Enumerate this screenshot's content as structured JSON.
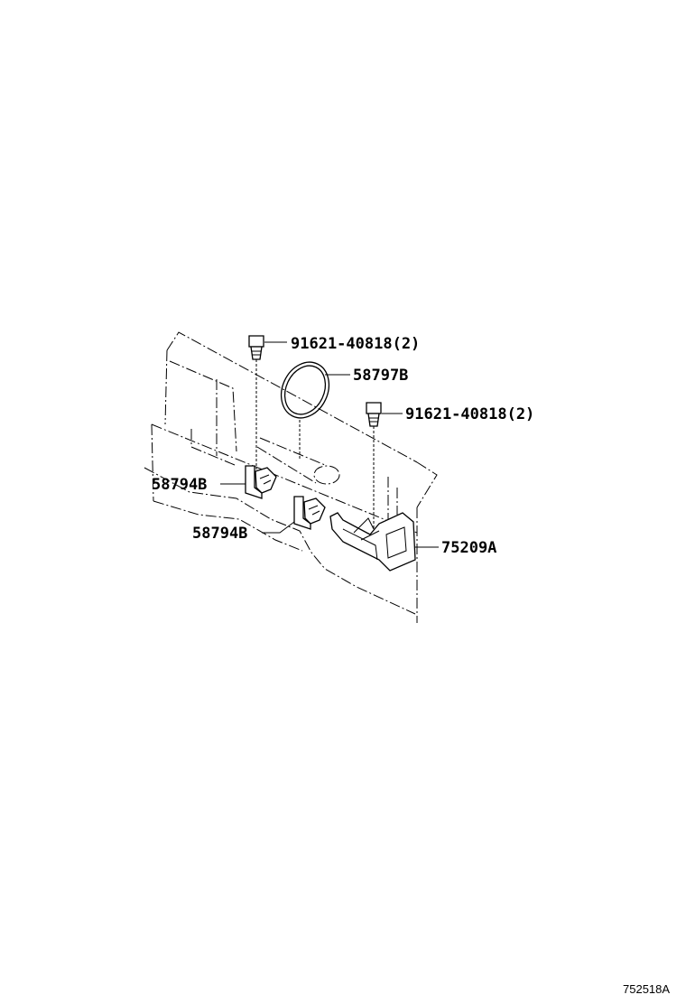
{
  "callouts": {
    "bolt_upper": "91621-40818(2)",
    "clamp_ring": "58797B",
    "bolt_right": "91621-40818(2)",
    "clip_upper": "58794B",
    "clip_lower": "58794B",
    "bracket": "75209A"
  },
  "reference_code": "752518A"
}
